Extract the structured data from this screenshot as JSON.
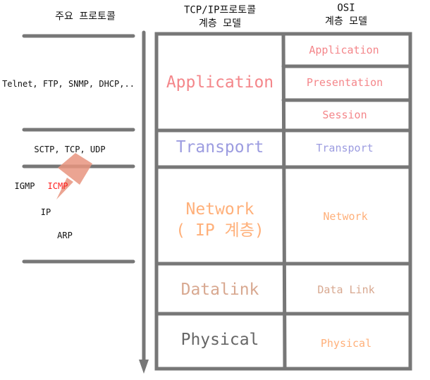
{
  "headers": {
    "protocols": "주요 프로토콜",
    "tcpip_line1": "TCP/IP프로토콜",
    "tcpip_line2": "계층 모델",
    "osi_line1": "OSI",
    "osi_line2": "계층 모델"
  },
  "protocols": {
    "application": "Telnet, FTP, SNMP, DHCP,..",
    "transport": "SCTP, TCP, UDP",
    "igmp": "IGMP",
    "icmp": "ICMP",
    "ip": "IP",
    "arp": "ARP"
  },
  "tcpip_layers": {
    "application": "Application",
    "transport": "Transport",
    "network_line1": "Network",
    "network_line2": "( IP 계층)",
    "datalink": "Datalink",
    "physical": "Physical"
  },
  "osi_layers": {
    "application": "Application",
    "presentation": "Presentation",
    "session": "Session",
    "transport": "Transport",
    "network": "Network",
    "datalink": "Data Link",
    "physical": "Physical"
  },
  "colors": {
    "application": "#f4868a",
    "transport": "#9c9ce0",
    "network": "#ffb07a",
    "datalink": "#d8a890",
    "physical": "#666666",
    "icmp": "#ff2020",
    "pin": "#e8957f",
    "line": "#777777"
  }
}
